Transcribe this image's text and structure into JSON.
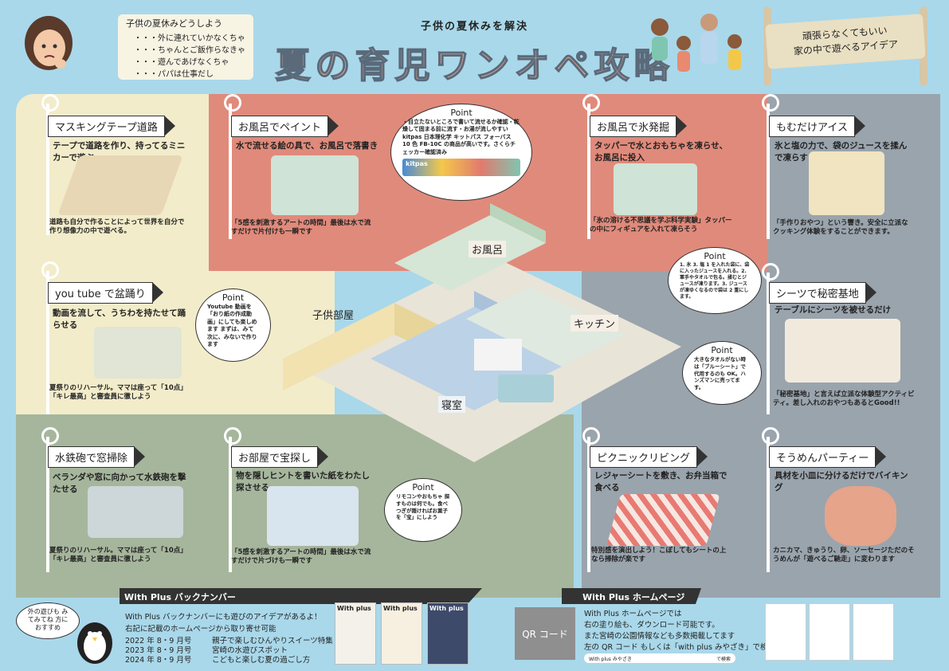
{
  "header": {
    "concern_title": "子供の夏休みどうしよう",
    "concerns": [
      "・・・外に連れていかなくちゃ",
      "・・・ちゃんとご飯作らなきゃ",
      "・・・遊んであげなくちゃ",
      "・・・パパは仕事だし"
    ],
    "subtitle": "子供の夏休みを解決",
    "title": "夏の育児ワンオペ攻略",
    "sign_line1": "頑張らなくてもいい",
    "sign_line2": "家の中で遊べるアイデア"
  },
  "cards": {
    "masking": {
      "title": "マスキングテープ道路",
      "desc": "テープで道路を作り、持ってるミニカーで遊ぶ",
      "note": "道路も自分で作ることによって世界を自分で作り想像力の中で遊べる。"
    },
    "bath_paint": {
      "title": "お風呂でペイント",
      "desc": "水で流せる絵の具で、お風呂で落書き",
      "note": "「5感を刺激するアートの時間」最後は水で流すだけで片付けも一瞬です"
    },
    "bath_ice": {
      "title": "お風呂で氷発掘",
      "desc": "タッパーで水とおもちゃを凍らせ、お風呂に投入",
      "note": "「氷の溶ける不思議を学ぶ科学実験」タッパーの中にフィギュアを入れて凍らそう"
    },
    "momu_ice": {
      "title": "もむだけアイス",
      "desc": "氷と塩の力で、袋のジュースを揉んで凍らす",
      "note": "「手作りおやつ」という響き。安全に立派なクッキング体験をすることができます。"
    },
    "youtube": {
      "title": "you tube で盆踊り",
      "desc": "動画を流して、うちわを持たせて踊らせる",
      "note": "夏祭りのリハーサル。ママは座って「10点」「キレ最高」と審査員に徹しよう"
    },
    "sheets": {
      "title": "シーツで秘密基地",
      "desc": "テーブルにシーツを被せるだけ",
      "note": "「秘密基地」と言えば立派な体験型アクティビティ。差し入れのおやつもあるとGood!!"
    },
    "water_gun": {
      "title": "水鉄砲で窓掃除",
      "desc": "ベランダや窓に向かって水鉄砲を撃たせる",
      "note": "夏祭りのリハーサル。ママは座って「10点」「キレ最高」と審査員に徹しよう"
    },
    "treasure": {
      "title": "お部屋で宝探し",
      "desc": "物を隠しヒントを書いた紙をわたし探させる",
      "note": "「5感を刺激するアートの時間」最後は水で流すだけで片づけも一瞬です"
    },
    "picnic": {
      "title": "ピクニックリビング",
      "desc": "レジャーシートを敷き、お弁当箱で食べる",
      "note": "特別感を演出しよう！こぼしてもシートの上なら掃除が楽です"
    },
    "somen": {
      "title": "そうめんパーティー",
      "desc": "具材を小皿に分けるだけでバイキング",
      "note": "カニカマ、きゅうり、卵、ソーセージただのそうめんが「遊べるご馳走」に変わります"
    }
  },
  "points": {
    "label": "Point",
    "bath": "・目立たないところで書いて流せるか確認・乾燥して固まる前に流す・お湯が流しやすい kitpas 日本理化学 キットパス フォーバス 10 色 FB-10C の商品が高いです。さくらチェッカー確認済み",
    "youtube": "Youtube 動画を「おり紙の作成動画」にしても楽しめます まずは、みて次に、みないで作ります",
    "ice": "1. 氷 3. 塩 1 を入れた袋に、袋に入ったジュースを入れる。2. 軍手やタオルで包る。揉むとジュースが凍ります。3. ジュースが凍ゆくなるので袋は 2 重にします。",
    "sheets": "大きなタオルがない時は「ブルーシート」で代用するのも OK。ハンズマンに売ってます。",
    "treasure": "リモコンやおもちゃ 探すものは何でも。食べつぎが隠ければお菓子を「宝」にしよう",
    "kitpas_label": "kitpas"
  },
  "rooms": {
    "bath": "お風呂",
    "kids": "子供部屋",
    "kitchen": "キッチン",
    "bedroom": "寝室"
  },
  "footer": {
    "left_banner": "With Plus バックナンバー",
    "left_intro1": "With Plus バックナンバーにも遊びのアイデアがあるよ！",
    "left_intro2": "右記に記載のホームページから取り寄せ可能",
    "issues": [
      {
        "date": "2022 年 8・9 月号",
        "topic": "親子で楽しむひんやりスイーツ特集"
      },
      {
        "date": "2023 年 8・9 月号",
        "topic": "宮崎の水遊びスポット"
      },
      {
        "date": "2024 年 8・9 月号",
        "topic": "こどもと楽しむ夏の過ごし方"
      }
    ],
    "mascot_text": "外の遊びも みてみてね 方におすすめ",
    "magazine_title": "With plus",
    "right_banner": "With Plus ホームページ",
    "qr": "QR コード",
    "hp1": "With Plus ホームページでは",
    "hp2": "右の塗り絵も、ダウンロード可能です。",
    "hp3": "また宮崎の公園情報なども多数掲載してます",
    "hp4": "左の QR コード もしくは「with plus みやざき」で検索",
    "search_value": "With plus みやざき",
    "search_button": "で検索"
  },
  "colors": {
    "bg": "#a9d8ea",
    "cream": "#f2ecca",
    "red": "#e08a7b",
    "slate": "#9aa4ad",
    "green": "#a6b69c"
  }
}
